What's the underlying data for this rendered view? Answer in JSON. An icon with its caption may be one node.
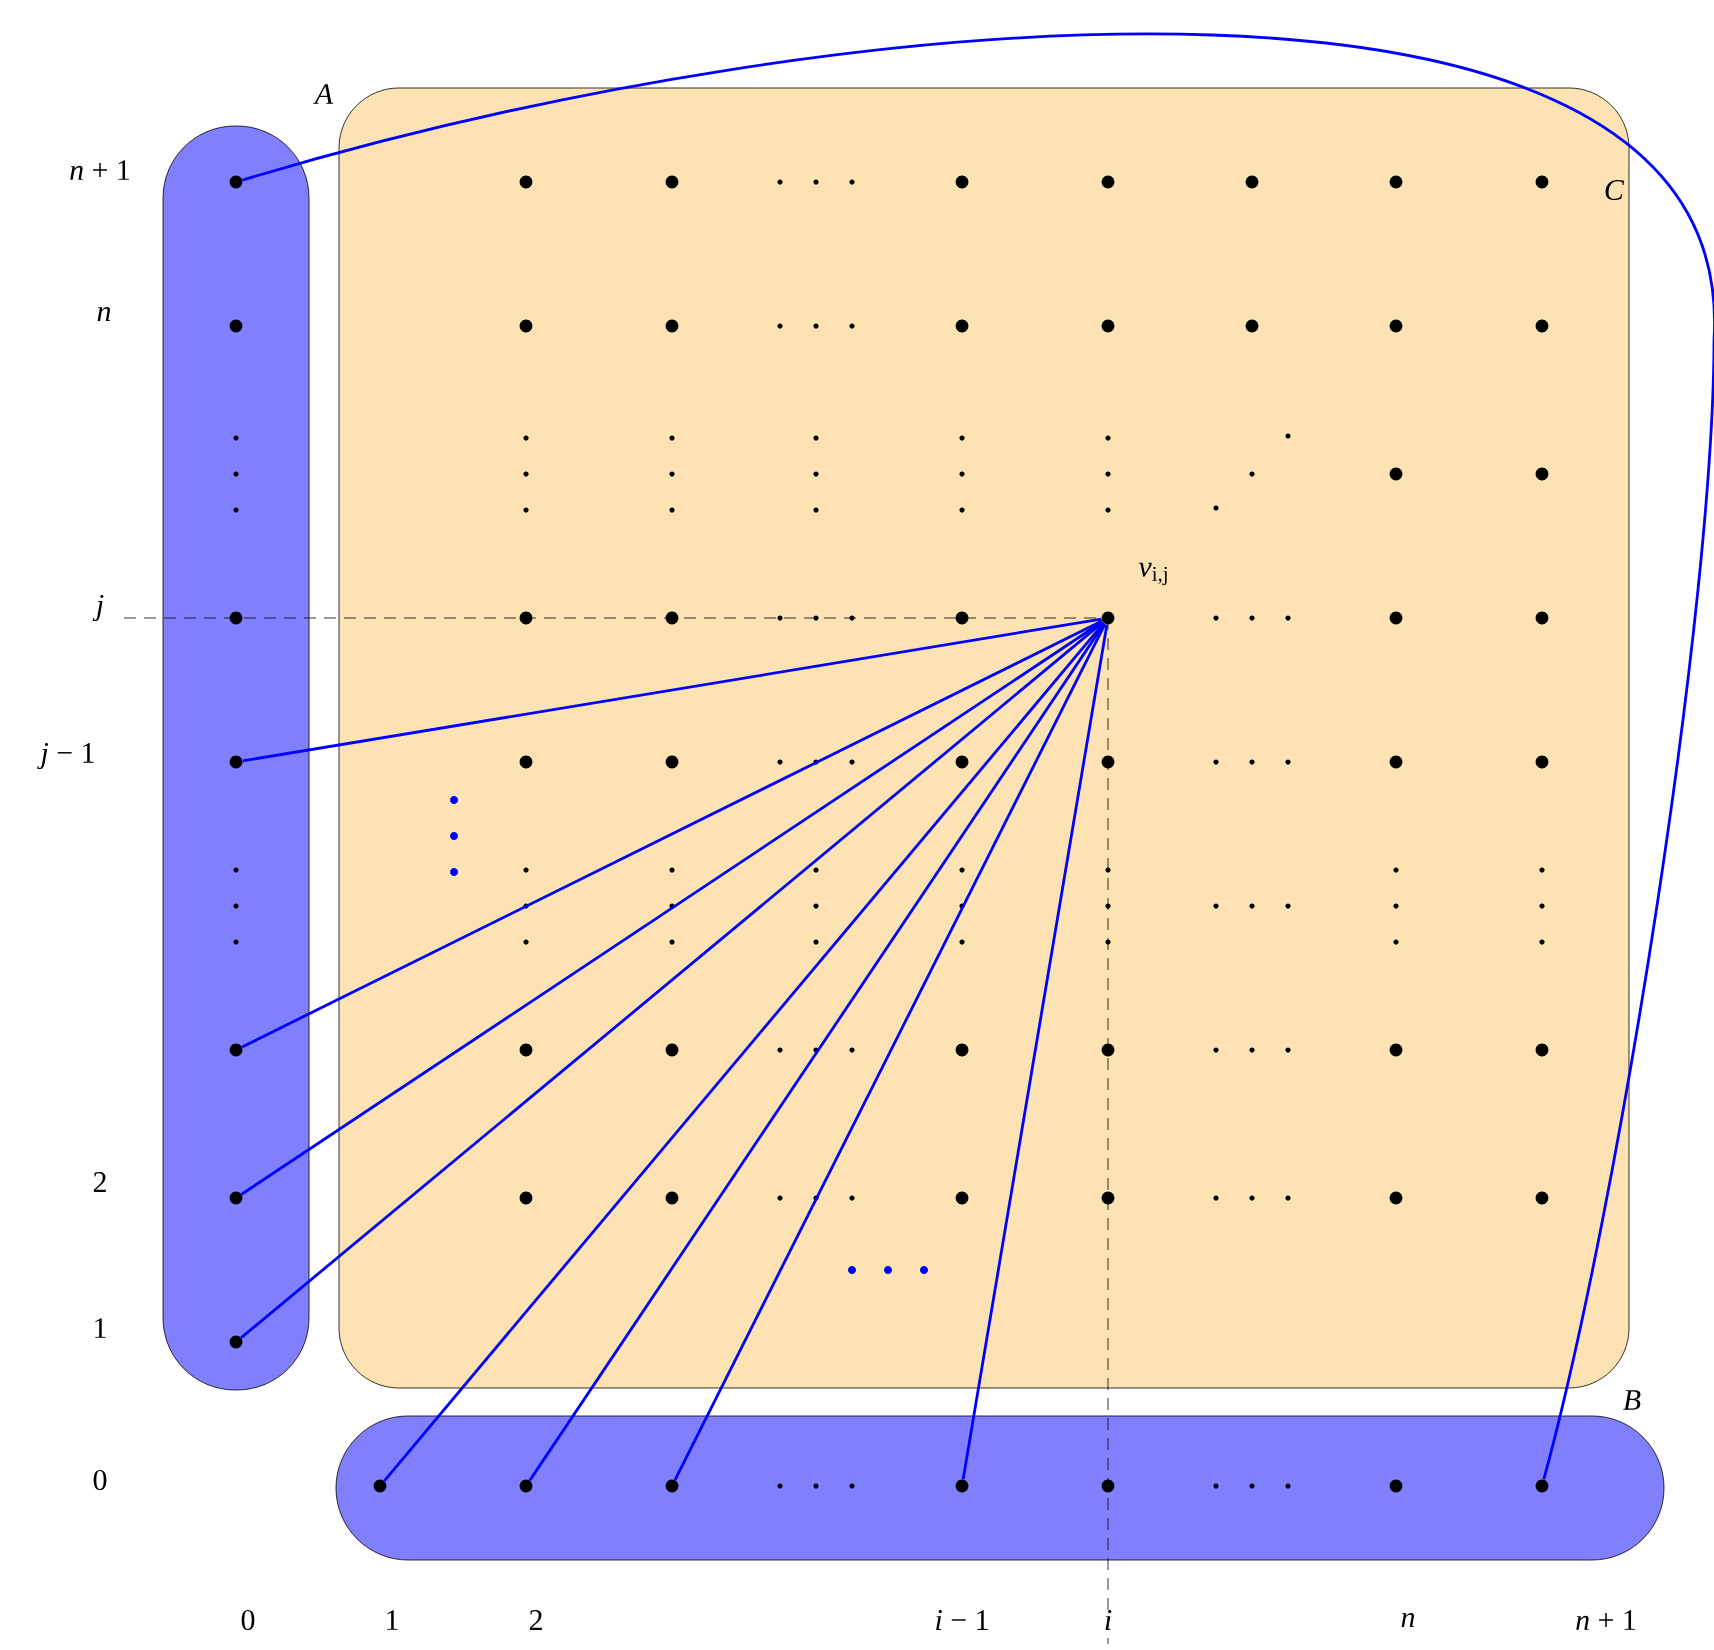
{
  "diagram": {
    "nodes": [
      {
        "text": [
          "*A*"
        ]
      },
      {
        "text": [],
        "shape": "circle",
        "in": 0
      },
      {
        "text": [],
        "shape": "circle",
        "in": 0
      },
      {
        "text": [],
        "shape": "circle",
        "in": 0
      },
      {
        "text": [],
        "shape": "circle",
        "in": 0
      },
      {
        "text": [],
        "shape": "circle",
        "in": 0
      },
      {
        "text": [
          "*C*"
        ]
      },
      {
        "text": [],
        "shape": "circle",
        "in": 6,
        "beside": [
          "*v*$_{i,j}$"
        ]
      },
      {
        "text": [
          "*B*"
        ]
      },
      {
        "text": [],
        "shape": "circle",
        "in": 8
      },
      {
        "text": [],
        "shape": "circle",
        "in": 8
      },
      {
        "text": [],
        "shape": "circle",
        "in": 8
      },
      {
        "text": [],
        "shape": "circle",
        "in": 8
      },
      {
        "text": [],
        "shape": "circle",
        "in": 8
      }
    ],
    "edges": [
      {
        "from": 1,
        "to": 13,
        "arrow": "none"
      },
      {
        "from": 7,
        "to": 2,
        "arrow": "none"
      },
      {
        "from": 7,
        "to": 3,
        "arrow": "none"
      },
      {
        "from": 7,
        "to": 4,
        "arrow": "none"
      },
      {
        "from": 7,
        "to": 5,
        "arrow": "none"
      },
      {
        "from": 7,
        "to": 9,
        "arrow": "none"
      },
      {
        "from": 7,
        "to": 10,
        "arrow": "none"
      },
      {
        "from": 7,
        "to": 11,
        "arrow": "none"
      },
      {
        "from": 7,
        "to": 12,
        "arrow": "none"
      }
    ],
    "labels": [
      "*n* + 1",
      "*n*",
      "*j*",
      "*j* − 1",
      "2",
      "1",
      "0",
      "0",
      "1",
      "2",
      "*i* − 1",
      "*i*",
      "*n*",
      "*n* + 1"
    ]
  }
}
